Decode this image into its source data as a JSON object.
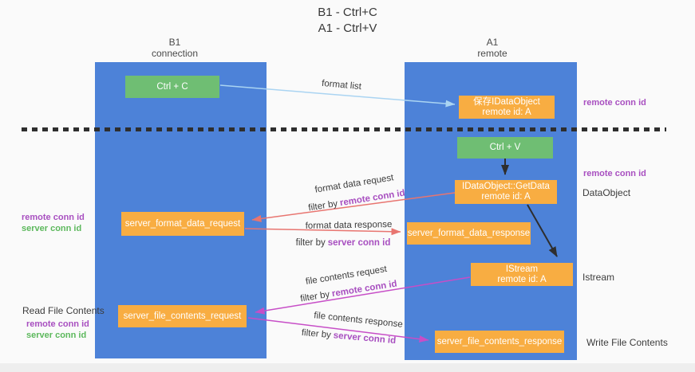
{
  "title": {
    "line1": "B1 - Ctrl+C",
    "line2": "A1 - Ctrl+V"
  },
  "lanes": {
    "left": {
      "name": "B1",
      "subtitle": "connection"
    },
    "right": {
      "name": "A1",
      "subtitle": "remote"
    }
  },
  "nodes": {
    "ctrl_c": {
      "label": "Ctrl + C"
    },
    "ctrl_v": {
      "label": "Ctrl + V"
    },
    "save_dataobject": {
      "line1": "保存IDataObject",
      "line2": "remote id: A"
    },
    "getdata": {
      "line1": "IDataObject::GetData",
      "line2": "remote id: A"
    },
    "istream": {
      "line1": "IStream",
      "line2": "remote id: A"
    },
    "server_format_data_request": {
      "label": "server_format_data_request"
    },
    "server_format_data_response": {
      "label": "server_format_data_response"
    },
    "server_file_contents_request": {
      "label": "server_file_contents_request"
    },
    "server_file_contents_response": {
      "label": "server_file_contents_response"
    }
  },
  "side_labels": {
    "right_remote_conn_id_1": "remote conn id",
    "right_remote_conn_id_2": "remote conn id",
    "right_dataobject": "DataObject",
    "right_istream": "Istream",
    "right_write_file_contents": "Write File Contents",
    "left_remote_conn_id_1": "remote conn id",
    "left_server_conn_id_1": "server conn id",
    "left_read_file_contents": "Read File Contents",
    "left_remote_conn_id_2": "remote conn id",
    "left_server_conn_id_2": "server conn id"
  },
  "arrow_labels": {
    "format_list": "format list",
    "format_data_request": "format data request",
    "format_data_response": "format data response",
    "file_contents_request": "file contents request",
    "file_contents_response": "file contents response",
    "filter_by": "filter by",
    "remote_conn_id": "remote conn id",
    "server_conn_id": "server conn id"
  },
  "colors": {
    "lane_blue": "#4d82d8",
    "node_green": "#6fbe73",
    "node_orange": "#f8ad42",
    "accent_purple": "#a84fc0",
    "accent_green": "#5cb85c",
    "arrow_blue": "#aad4f2",
    "arrow_red": "#e87570",
    "arrow_magenta": "#c74ec7",
    "arrow_black": "#2e2e2e"
  }
}
